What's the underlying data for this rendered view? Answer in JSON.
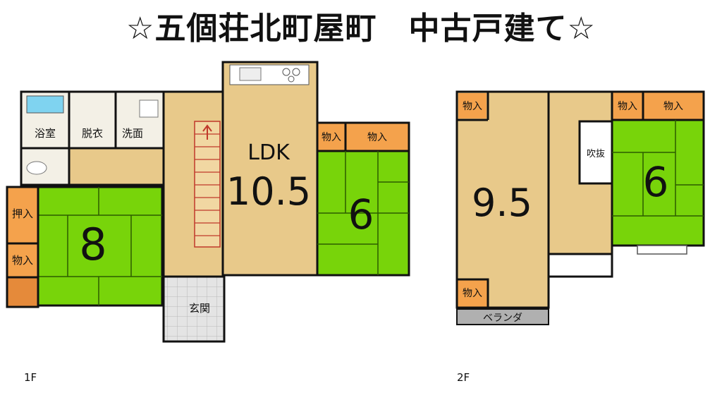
{
  "title": "☆五個荘北町屋町　中古戸建て☆",
  "colors": {
    "wall": "#111111",
    "wood_floor": "#e8c98a",
    "tatami": "#78d40a",
    "storage": "#f4a24c",
    "wet_area": "#f3f0e6",
    "entrance_tile": "#dcdcdc",
    "veranda": "#b0b0b0"
  },
  "floor1": {
    "label": "1F",
    "rooms": {
      "bath": "浴室",
      "dressing": "脱衣",
      "washroom": "洗面",
      "ldk_label": "LDK",
      "ldk_size": "10.5",
      "storage_a": "物入",
      "storage_b": "物入",
      "japanese_6": "6",
      "japanese_8": "8",
      "oshiire": "押入",
      "storage_west": "物入",
      "entrance": "玄関"
    }
  },
  "floor2": {
    "label": "2F",
    "rooms": {
      "storage_nw": "物入",
      "western_size": "9.5",
      "storage_sw": "物入",
      "veranda": "ベランダ",
      "void": "吹抜",
      "storage_n1": "物入",
      "storage_n2": "物入",
      "japanese_6": "6"
    }
  }
}
